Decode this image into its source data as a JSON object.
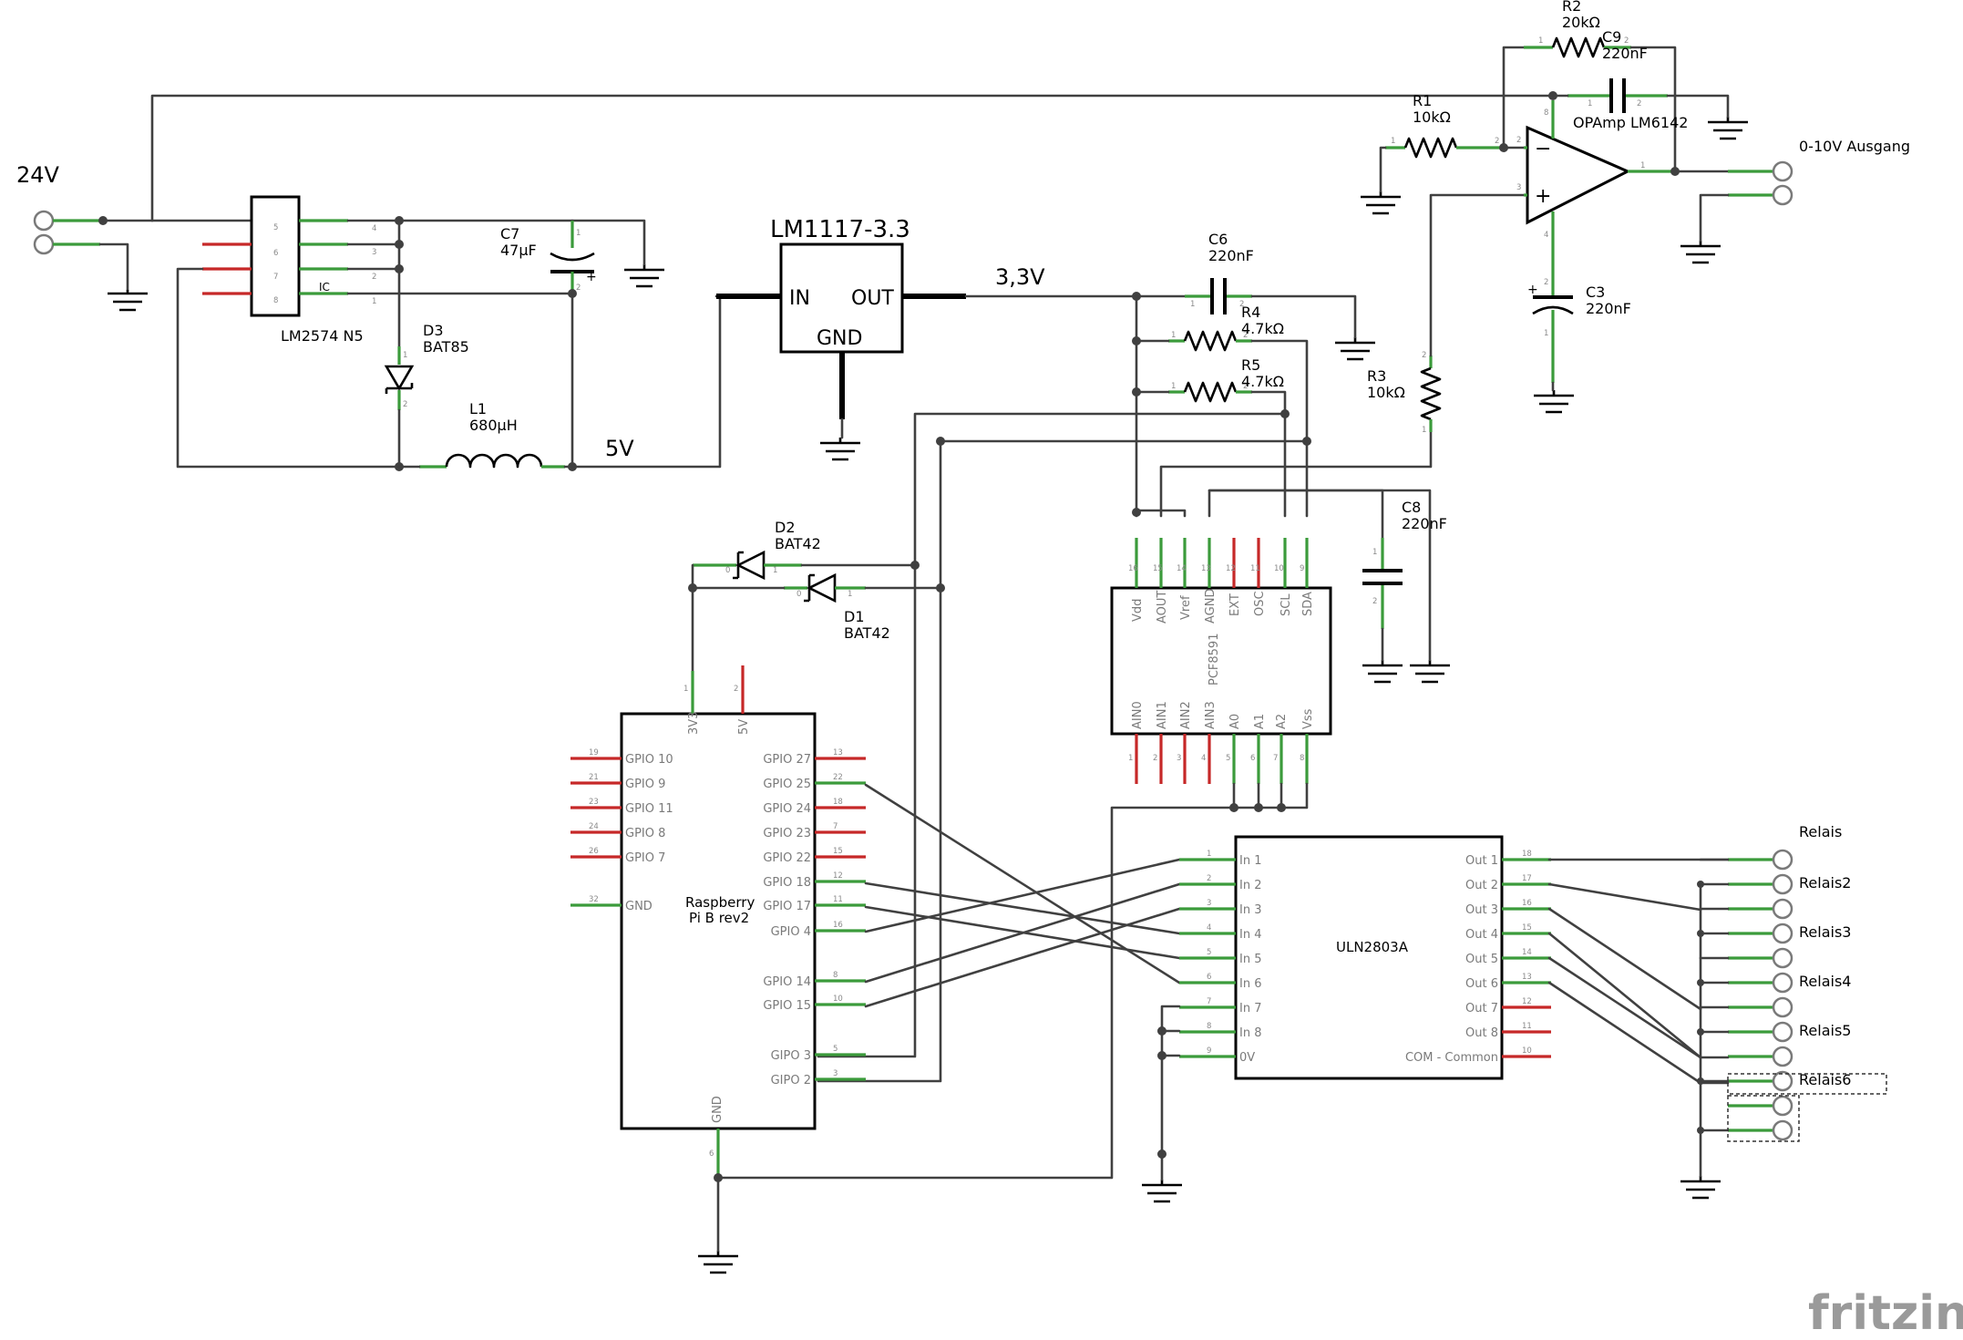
{
  "inputs": {
    "v24": "24V",
    "v5": "5V",
    "v33": "3,3V",
    "output": "0-10V Ausgang"
  },
  "components": {
    "lm2574": {
      "name": "LM2574 N5",
      "ic": "IC"
    },
    "c7": {
      "name": "C7",
      "value": "47µF"
    },
    "d3": {
      "name": "D3",
      "value": "BAT85"
    },
    "l1": {
      "name": "L1",
      "value": "680µH"
    },
    "lm1117": {
      "name": "LM1117-3.3",
      "in": "IN",
      "out": "OUT",
      "gnd": "GND"
    },
    "c6": {
      "name": "C6",
      "value": "220nF"
    },
    "r4": {
      "name": "R4",
      "value": "4.7kΩ"
    },
    "r5": {
      "name": "R5",
      "value": "4.7kΩ"
    },
    "r3": {
      "name": "R3",
      "value": "10kΩ"
    },
    "r1": {
      "name": "R1",
      "value": "10kΩ"
    },
    "r2": {
      "name": "R2",
      "value": "20kΩ"
    },
    "c9": {
      "name": "C9",
      "value": "220nF"
    },
    "opamp": {
      "name": "OPAmp LM6142",
      "minus": "−",
      "plus": "+"
    },
    "c3": {
      "name": "C3",
      "value": "220nF"
    },
    "c8": {
      "name": "C8",
      "value": "220nF"
    },
    "d2": {
      "name": "D2",
      "value": "BAT42"
    },
    "d1": {
      "name": "D1",
      "value": "BAT42"
    },
    "pcf": {
      "name": "PCF8591",
      "top_pins": [
        "Vdd",
        "AOUT",
        "Vref",
        "AGND",
        "EXT",
        "OSC",
        "SCL",
        "SDA"
      ],
      "top_nums": [
        "16",
        "15",
        "14",
        "13",
        "12",
        "11",
        "10",
        "9"
      ],
      "bottom_pins": [
        "AIN0",
        "AIN1",
        "AIN2",
        "AIN3",
        "A0",
        "A1",
        "A2",
        "Vss"
      ],
      "bottom_nums": [
        "1",
        "2",
        "3",
        "4",
        "5",
        "6",
        "7",
        "8"
      ]
    },
    "rpi": {
      "name1": "Raspberry",
      "name2": "Pi B rev2",
      "top_pins": [
        "3V3",
        "5V"
      ],
      "top_nums": [
        "1",
        "2"
      ],
      "left_pins": [
        "GPIO 10",
        "GPIO 9",
        "GPIO 11",
        "GPIO 8",
        "GPIO 7",
        "GND"
      ],
      "left_nums": [
        "19",
        "21",
        "23",
        "24",
        "26",
        "32"
      ],
      "right_pins": [
        "GPIO 27",
        "GPIO 25",
        "GPIO 24",
        "GPIO 23",
        "GPIO 22",
        "GPIO 18",
        "GPIO 17",
        "GPIO 4",
        "GPIO 14",
        "GPIO 15",
        "GIPO 3",
        "GIPO 2"
      ],
      "right_nums": [
        "13",
        "22",
        "18",
        "7",
        "15",
        "12",
        "11",
        "16",
        "8",
        "10",
        "5",
        "3"
      ],
      "bottom_pin": "GND",
      "bottom_num": "6"
    },
    "uln": {
      "name": "ULN2803A",
      "left_pins": [
        "In 1",
        "In 2",
        "In 3",
        "In 4",
        "In 5",
        "In 6",
        "In 7",
        "In 8",
        "0V"
      ],
      "left_nums": [
        "1",
        "2",
        "3",
        "4",
        "5",
        "6",
        "7",
        "8",
        "9"
      ],
      "right_pins": [
        "Out 1",
        "Out 2",
        "Out 3",
        "Out 4",
        "Out 5",
        "Out 6",
        "Out 7",
        "Out 8",
        "COM - Common"
      ],
      "right_nums": [
        "18",
        "17",
        "16",
        "15",
        "14",
        "13",
        "12",
        "11",
        "10"
      ]
    },
    "relais": [
      "Relais",
      "Relais2",
      "Relais3",
      "Relais4",
      "Relais5",
      "Relais6"
    ],
    "lm2574_pins": [
      "5",
      "6",
      "7",
      "8"
    ],
    "lm2574_rpins": [
      "4",
      "3",
      "2",
      "1"
    ]
  },
  "brand": "fritzing"
}
